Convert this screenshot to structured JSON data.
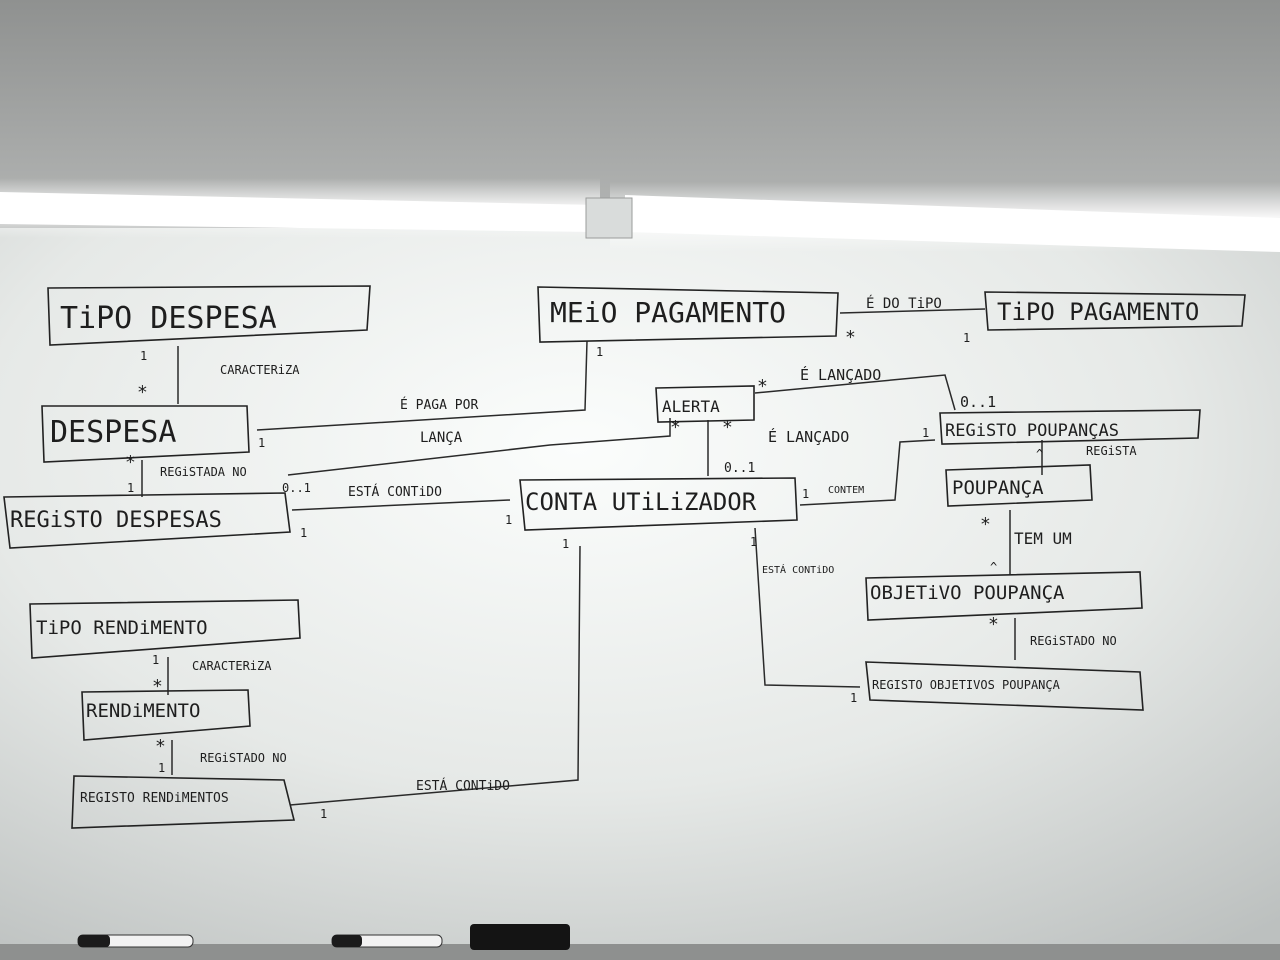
{
  "classes": {
    "tipo_despesa": "TiPO DESPESA",
    "meio_pagamento": "MEiO PAGAMENTO",
    "tipo_pagamento": "TiPO PAGAMENTO",
    "despesa": "DESPESA",
    "alerta": "ALERTA",
    "registo_poupancas": "REGiSTO POUPANÇAS",
    "registo_despesas": "REGiSTO DESPESAS",
    "conta_utilizador": "CONTA UTiLiZADOR",
    "poupanca": "POUPANÇA",
    "tipo_rendimento": "TiPO RENDiMENTO",
    "objetivo_poupanca": "OBJETiVO POUPANÇA",
    "rendimento": "RENDiMENTO",
    "registo_objetivos_poupanca": "REGISTO OBJETIVOS POUPANÇA",
    "registo_rendimentos": "REGISTO RENDiMENTOS"
  },
  "associations": {
    "caracteriza_despesa": "CARACTERiZA",
    "e_do_tipo": "É DO TiPO",
    "e_paga_por": "É PAGA POR",
    "e_lancado_top": "É LANÇADO",
    "lanca": "LANÇA",
    "e_lancado_mid": "É LANÇADO",
    "registada_no": "REGiSTADA NO",
    "regista": "REGiSTA",
    "esta_contido_despesas": "ESTÁ CONTiDO",
    "contem": "CONTEM",
    "esta_contido_objetivos": "ESTÁ CONTiDO",
    "tem_um": "TEM UM",
    "caracteriza_rendimento": "CARACTERiZA",
    "registado_no_objetivo": "REGiSTADO NO",
    "registado_no_rendimento": "REGiSTADO NO",
    "esta_contido_rendimentos": "ESTÁ CONTiDO"
  },
  "multiplicities": {
    "tipo_despesa_one": "1",
    "despesa_many": "*",
    "meio_pag_many": "*",
    "tipo_pag_one": "1",
    "meio_pag_one": "1",
    "despesa_one": "1",
    "alerta_many_right": "*",
    "reg_poup_zero_one": "0..1",
    "alerta_many_left": "*",
    "alerta_many_mid": "*",
    "reg_poup_one": "1",
    "despesa_many_bottom": "*",
    "reg_desp_one_top": "1",
    "reg_desp_zero_one": "0..1",
    "reg_desp_one_bottom": "1",
    "conta_zero_one": "0..1",
    "conta_one_left": "1",
    "conta_one_right": "1",
    "conta_one_bottom": "1",
    "conta_one_obj": "1",
    "poupanca_many": "*",
    "poupanca_caret": "^",
    "objetivo_caret": "^",
    "objetivo_many": "*",
    "reg_obj_one": "1",
    "tipo_rend_one": "1",
    "rendimento_many": "*",
    "rendimento_many_bottom": "*",
    "reg_rend_one_top": "1",
    "reg_rend_one": "1"
  }
}
